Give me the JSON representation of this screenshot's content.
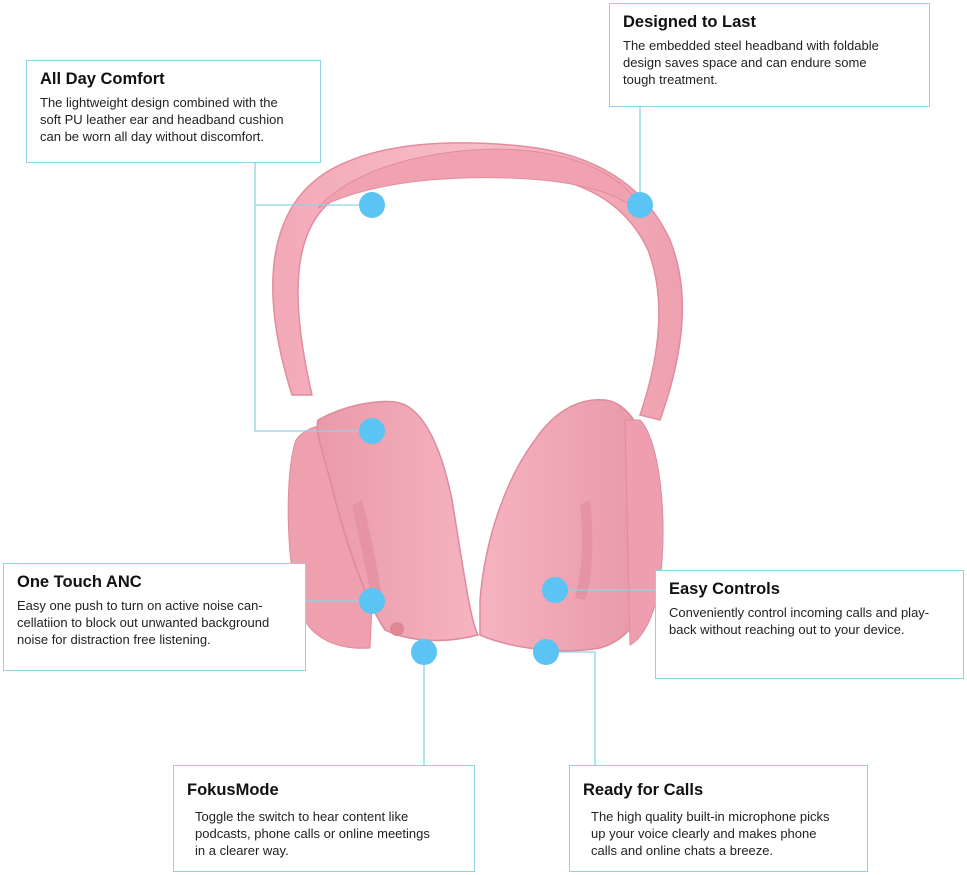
{
  "callouts": {
    "designed_to_last": {
      "title": "Designed to Last",
      "body": "The embedded steel headband with foldable\ndesign saves space and can endure some\ntough treatment."
    },
    "all_day_comfort": {
      "title": "All Day Comfort",
      "body": "The lightweight design combined with the\nsoft PU leather ear  and headband cushion\ncan be worn all day without discomfort."
    },
    "one_touch_anc": {
      "title": "One Touch ANC",
      "body": "Easy one push to turn on active noise can-\ncellatiion to block out unwanted background\nnoise for distraction free listening."
    },
    "easy_controls": {
      "title": "Easy Controls",
      "body": "Conveniently control incoming calls and play-\nback without reaching out to your device."
    },
    "fokus_mode": {
      "title": "FokusMode",
      "body": "Toggle the switch  to hear content like\npodcasts, phone calls or online meetings\nin a clearer way."
    },
    "ready_for_calls": {
      "title": "Ready for Calls",
      "body": "The high quality built-in microphone picks\nup your voice clearly and makes phone\ncalls and online chats a breeze."
    }
  },
  "colors": {
    "accent_dot": "#5bc4f5",
    "leader_line": "#8fd3e6",
    "headphone_pink": "#f2a7b5"
  }
}
